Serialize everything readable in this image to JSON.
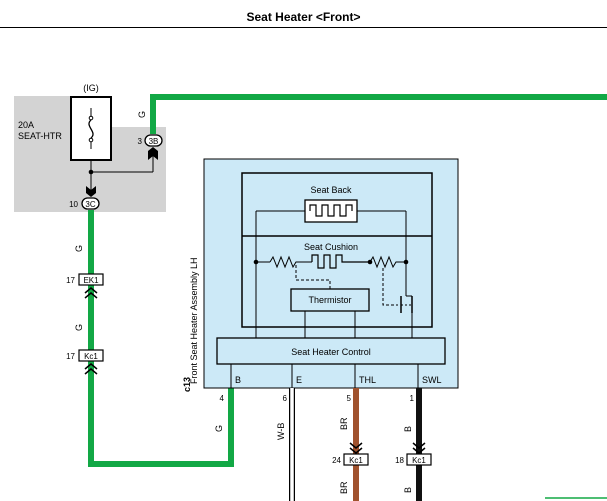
{
  "title": "Seat Heater <Front>",
  "colors": {
    "green_wire": "#12a845",
    "brown_wire": "#a0522d",
    "black_wire": "#111111",
    "junction_fill": "#d3d3d3",
    "assembly_fill": "#cce9f7"
  },
  "fuse": {
    "supply": "(IG)",
    "rating": "20A",
    "name": "SEAT-HTR"
  },
  "assembly": {
    "code": "c13",
    "name": "Front Seat Heater Assembly LH",
    "seat_back": "Seat Back",
    "seat_cushion": "Seat Cushion",
    "thermistor": "Thermistor",
    "control": "Seat Heater Control"
  },
  "connectors": {
    "c3b": {
      "pin": "3",
      "name": "3B"
    },
    "c3c": {
      "pin": "10",
      "name": "3C"
    },
    "ek1": {
      "pin": "17",
      "name": "EK1"
    },
    "kc1_left": {
      "pin": "17",
      "name": "Kc1"
    },
    "kc1_br": {
      "pin": "24",
      "name": "Kc1"
    },
    "kc1_b": {
      "pin": "18",
      "name": "Kc1"
    }
  },
  "wire_colors": {
    "green": "G",
    "white_black": "W-B",
    "brown": "BR",
    "black": "B"
  },
  "terminals": [
    {
      "name": "B",
      "pin": "4"
    },
    {
      "name": "E",
      "pin": "6"
    },
    {
      "name": "THL",
      "pin": "5"
    },
    {
      "name": "SWL",
      "pin": "1"
    }
  ]
}
